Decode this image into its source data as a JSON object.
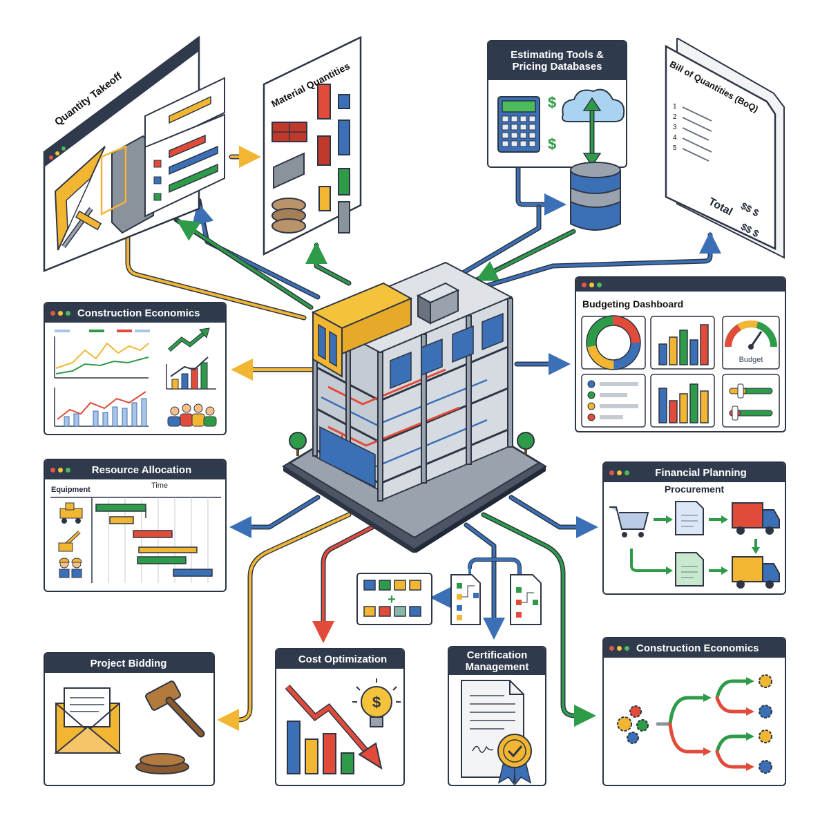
{
  "panels": {
    "quantity_takeoff": {
      "title": "Quantity Takeoff"
    },
    "material_quantities": {
      "title": "Material Quantities"
    },
    "estimating": {
      "title_line1": "Estimating Tools &",
      "title_line2": "Pricing Databases"
    },
    "boq": {
      "title": "Bill of Quantities (BoQ)",
      "row_numbers": [
        "1",
        "2",
        "3",
        "4",
        "5"
      ],
      "total_label": "Total",
      "total_value": "$$ $",
      "sub_value": "$$ $"
    },
    "construction_economics_top": {
      "title": "Construction Economics"
    },
    "budgeting_dashboard": {
      "title": "Budgeting Dashboard",
      "gauge_label": "Budget"
    },
    "resource_allocation": {
      "title": "Resource Allocation",
      "col_equipment": "Equipment",
      "col_time": "Time"
    },
    "financial_planning": {
      "title": "Financial Planning",
      "subtitle": "Procurement"
    },
    "project_bidding": {
      "title": "Project Bidding"
    },
    "cost_optimization": {
      "title": "Cost Optimization"
    },
    "certification": {
      "title_line1": "Certification",
      "title_line2": "Management"
    },
    "construction_economics_bottom": {
      "title": "Construction Economics"
    }
  },
  "colors": {
    "yellow": "#f2b632",
    "blue": "#3b6fb6",
    "green": "#2e9b48",
    "red": "#e04b3a",
    "navy": "#2f3a4c",
    "dot_red": "#e2574c",
    "dot_yellow": "#f5c33b",
    "dot_green": "#4cbb5a"
  },
  "icons": [
    "triangle-ruler-icon",
    "pencil-icon",
    "brick-stack-icon",
    "steel-beam-icon",
    "cement-bags-icon",
    "calculator-icon",
    "cloud-icon",
    "database-icon",
    "dollar-icon",
    "document-icon",
    "line-chart-icon",
    "bar-chart-icon",
    "team-icon",
    "donut-chart-icon",
    "gauge-icon",
    "excavator-icon",
    "crane-icon",
    "workers-icon",
    "shopping-cart-icon",
    "truck-icon",
    "envelope-icon",
    "gavel-icon",
    "lightbulb-icon",
    "certificate-icon",
    "gear-icon",
    "building-icon"
  ]
}
